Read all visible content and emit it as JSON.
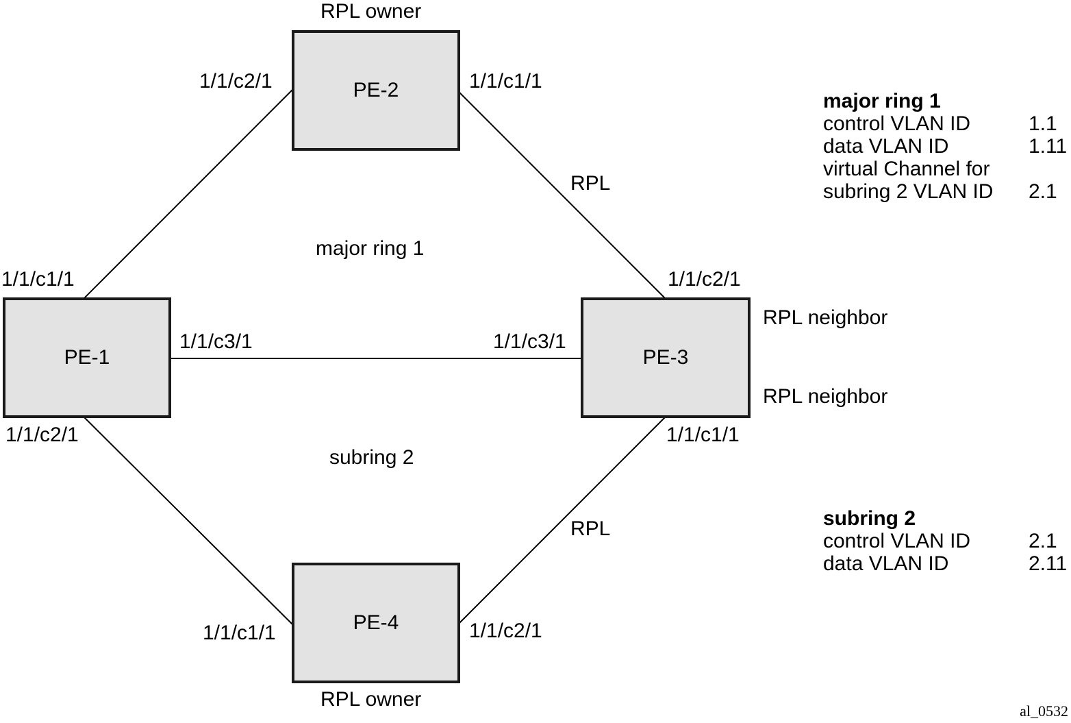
{
  "nodes": {
    "pe1": "PE-1",
    "pe2": "PE-2",
    "pe3": "PE-3",
    "pe4": "PE-4"
  },
  "roles": {
    "pe2_role": "RPL owner",
    "pe4_role": "RPL owner",
    "pe3_role_major": "RPL neighbor",
    "pe3_role_sub": "RPL neighbor"
  },
  "ports": {
    "pe1_to_pe2": "1/1/c1/1",
    "pe1_to_pe3": "1/1/c3/1",
    "pe1_to_pe4": "1/1/c2/1",
    "pe2_to_pe1": "1/1/c2/1",
    "pe2_to_pe3": "1/1/c1/1",
    "pe3_to_pe2": "1/1/c2/1",
    "pe3_to_pe1": "1/1/c3/1",
    "pe3_to_pe4": "1/1/c1/1",
    "pe4_to_pe1": "1/1/c1/1",
    "pe4_to_pe3": "1/1/c2/1"
  },
  "links": {
    "rpl_major": "RPL",
    "rpl_sub": "RPL"
  },
  "rings": {
    "major": "major ring 1",
    "sub": "subring 2"
  },
  "legend_major": {
    "title": "major ring 1",
    "rows": [
      {
        "k": "control VLAN ID",
        "v": "1.1"
      },
      {
        "k": "data VLAN ID",
        "v": "1.11"
      },
      {
        "k": "virtual Channel for",
        "v": ""
      },
      {
        "k": "subring 2 VLAN ID",
        "v": "2.1"
      }
    ]
  },
  "legend_sub": {
    "title": "subring 2",
    "rows": [
      {
        "k": "control VLAN ID",
        "v": "2.1"
      },
      {
        "k": "data VLAN ID",
        "v": "2.11"
      }
    ]
  },
  "figure_id": "al_0532"
}
